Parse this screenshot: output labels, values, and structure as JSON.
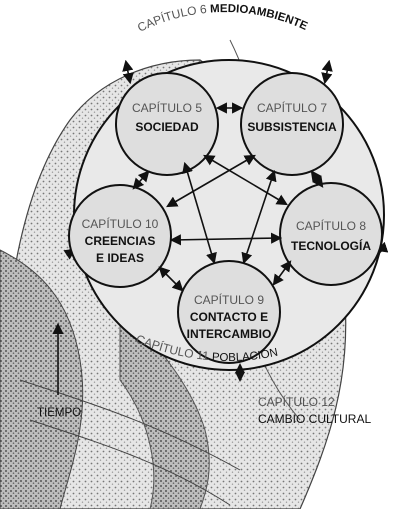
{
  "outer": {
    "chapter": "CAPÍTULO 6",
    "title": "MEDIOAMBIENTE"
  },
  "nodes": {
    "sociedad": {
      "chapter": "CAPÍTULO 5",
      "title": "SOCIEDAD"
    },
    "subsistencia": {
      "chapter": "CAPÍTULO 7",
      "title": "SUBSISTENCIA"
    },
    "creencias": {
      "chapter": "CAPÍTULO 10",
      "title_line1": "CREENCIAS",
      "title_line2": "E IDEAS"
    },
    "tecnologia": {
      "chapter": "CAPÍTULO 8",
      "title": "TECNOLOGÍA"
    },
    "contacto": {
      "chapter": "CAPÍTULO 9",
      "title_line1": "CONTACTO E",
      "title_line2": "INTERCAMBIO"
    }
  },
  "population": {
    "chapter": "CAPÍTULO 11",
    "title": "POBLACIÓN"
  },
  "cultural_change": {
    "chapter": "CAPÍTULO 12",
    "title": "CAMBIO CULTURAL"
  },
  "time_label": "TIEMPO"
}
